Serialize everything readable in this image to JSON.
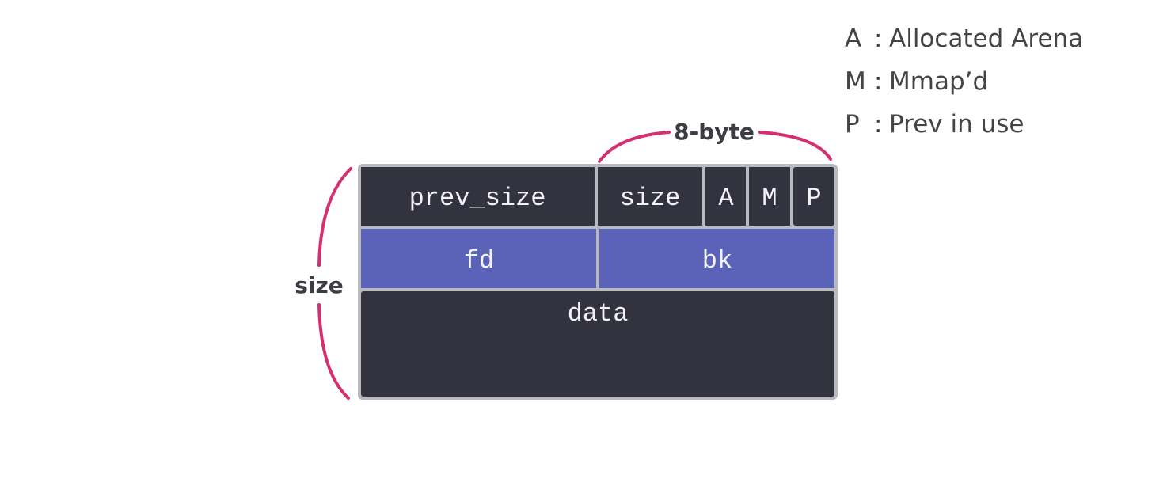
{
  "chunk": {
    "header_row": {
      "prev_size": "prev_size",
      "size": "size",
      "flag_a": "A",
      "flag_m": "M",
      "flag_p": "P"
    },
    "pointer_row": {
      "fd": "fd",
      "bk": "bk"
    },
    "data_label": "data"
  },
  "annotations": {
    "width_brace_label": "8-byte",
    "height_brace_label": "size"
  },
  "legend": [
    {
      "key": "A",
      "sep": ":",
      "desc": "Allocated Arena"
    },
    {
      "key": "M",
      "sep": ":",
      "desc": "Mmap’d"
    },
    {
      "key": "P",
      "sep": ":",
      "desc": "Prev in use"
    }
  ],
  "colors": {
    "dark_cell": "#33323f",
    "pointer_cell": "#5b63b9",
    "border": "#b9b9c0",
    "brace": "#d4306f"
  }
}
